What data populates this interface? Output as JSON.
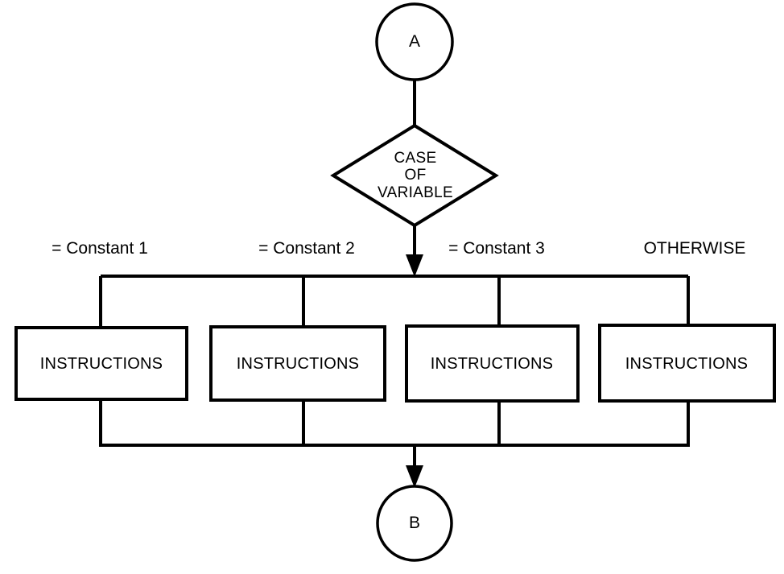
{
  "diagram": {
    "type": "flowchart",
    "title_visible": false,
    "colors": {
      "stroke": "#000000",
      "fill": "#ffffff",
      "background": "#ffffff"
    },
    "entry_connector": {
      "name": "connector-a",
      "label": "A",
      "shape": "circle"
    },
    "decision": {
      "name": "case-of-variable",
      "shape": "diamond",
      "line1": "CASE",
      "line2": "OF",
      "line3": "VARIABLE"
    },
    "branch_labels": [
      {
        "text": "= Constant 1"
      },
      {
        "text": "= Constant 2"
      },
      {
        "text": "= Constant 3"
      },
      {
        "text": "OTHERWISE"
      }
    ],
    "process_boxes": [
      {
        "label": "INSTRUCTIONS"
      },
      {
        "label": "INSTRUCTIONS"
      },
      {
        "label": "INSTRUCTIONS"
      },
      {
        "label": "INSTRUCTIONS"
      }
    ],
    "exit_connector": {
      "name": "connector-b",
      "label": "B",
      "shape": "circle"
    }
  }
}
